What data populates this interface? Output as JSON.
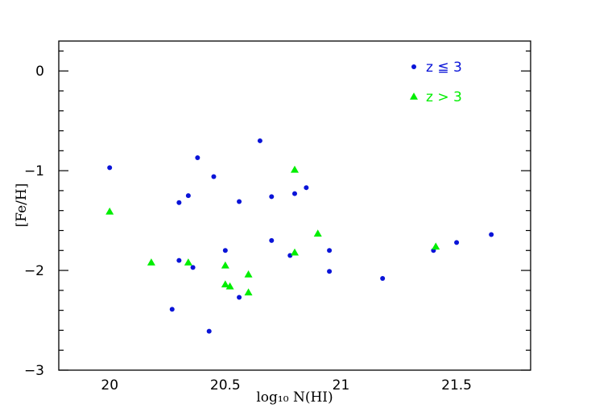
{
  "chart_data": {
    "type": "scatter",
    "xlabel": "log₁₀ N(HI)",
    "ylabel": "[Fe/H]",
    "xlim": [
      19.78,
      21.82
    ],
    "ylim": [
      -3.0,
      0.3
    ],
    "x_ticks": [
      {
        "value": 20,
        "label": "20"
      },
      {
        "value": 20.5,
        "label": "20.5"
      },
      {
        "value": 21,
        "label": "21"
      },
      {
        "value": 21.5,
        "label": "21.5"
      }
    ],
    "y_ticks": [
      {
        "value": 0,
        "label": "0"
      },
      {
        "value": -1,
        "label": "−1"
      },
      {
        "value": -2,
        "label": "−2"
      },
      {
        "value": -3,
        "label": "−3"
      }
    ],
    "grid": false,
    "legend_position": "top-right",
    "series": [
      {
        "name": "z ≦ 3",
        "marker": "circle",
        "color": "#0a14d8",
        "x": [
          20.0,
          20.27,
          20.3,
          20.3,
          20.34,
          20.36,
          20.38,
          20.43,
          20.45,
          20.5,
          20.56,
          20.56,
          20.65,
          20.7,
          20.7,
          20.78,
          20.8,
          20.85,
          20.95,
          20.95,
          21.18,
          21.4,
          21.5,
          21.65
        ],
        "y": [
          -0.97,
          -2.39,
          -1.32,
          -1.9,
          -1.25,
          -1.97,
          -0.87,
          -2.61,
          -1.06,
          -1.8,
          -1.31,
          -2.27,
          -0.7,
          -1.26,
          -1.7,
          -1.85,
          -1.23,
          -1.17,
          -1.8,
          -2.01,
          -2.08,
          -1.8,
          -1.72,
          -1.64
        ]
      },
      {
        "name": "z > 3",
        "marker": "triangle",
        "color": "#00ee00",
        "x": [
          20.0,
          20.18,
          20.34,
          20.5,
          20.5,
          20.52,
          20.6,
          20.6,
          20.8,
          20.8,
          20.9,
          21.41
        ],
        "y": [
          -1.41,
          -1.92,
          -1.92,
          -1.95,
          -2.14,
          -2.16,
          -2.04,
          -2.22,
          -0.99,
          -1.82,
          -1.63,
          -1.76
        ]
      }
    ]
  }
}
